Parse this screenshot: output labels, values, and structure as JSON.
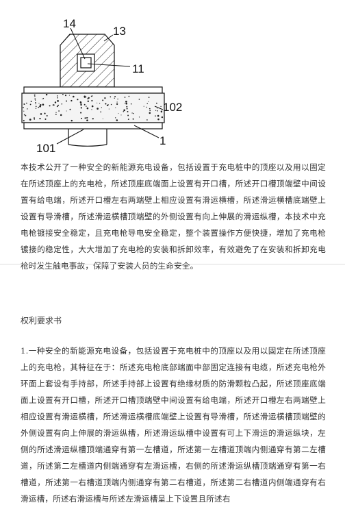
{
  "figure": {
    "labels": {
      "l14": "14",
      "l13": "13",
      "l11": "11",
      "l102": "102",
      "l1": "1",
      "l101": "101"
    }
  },
  "abstract": "本技术公开了一种安全的新能源充电设备，包括设置于充电桩中的顶座以及用以固定在所述顶座上的充电枪，所述顶座底端面上设置有开口槽，所述开口槽顶端壁中间设置有给电端，所述开口槽左右两端壁上相应设置有滑运横槽，所述滑运横槽底端壁上设置有导滑槽，所述滑运横槽顶端壁的外侧设置有向上伸展的滑运纵槽，本技术中充电枪镀接安全稳定，且充电枪导电安全稳定，整个装置操作方便快捷，增加了充电枪镀接的稳定性，大大增加了充电枪的安装和拆卸效率，有效避免了在安装和拆卸充电枪时发生触电事故，保障了安装人员的生命安全。",
  "section_title": "权利要求书",
  "claims": "1.一种安全的新能源充电设备，包括设置于充电桩中的顶座以及用以固定在所述顶座上的充电枪，其特征在于：所述充电枪底部端面中部固定连接有电缆，所述充电枪外环面上套设有手持部，所述手持部上设置有绝缘材质的防滑颗粒凸起，所述顶座底端面上设置有开口槽，所述开口槽顶端壁中间设置有给电端，所述开口槽左右两端壁上相应设置有滑运横槽，所述滑运横槽底端壁上设置有导滑槽，所述滑运横槽顶端壁的外侧设置有向上伸展的滑运纵槽，所述滑运纵槽中设置有可上下滑运的滑运纵块，左侧的所述滑运纵槽顶端通穿有第一左槽道，所述第一左槽道顶端内侧通穿有第二左槽道，所述第二左槽道内侧端通穿有左滑运槽，右侧的所述滑运纵槽顶端通穿有第一右槽道，所述第一右槽道顶端内侧通穿有第二右槽道，所述第二右槽道内侧端通穿有右滑运槽，所述右滑运槽与所述左滑运槽呈上下设置且所述右"
}
